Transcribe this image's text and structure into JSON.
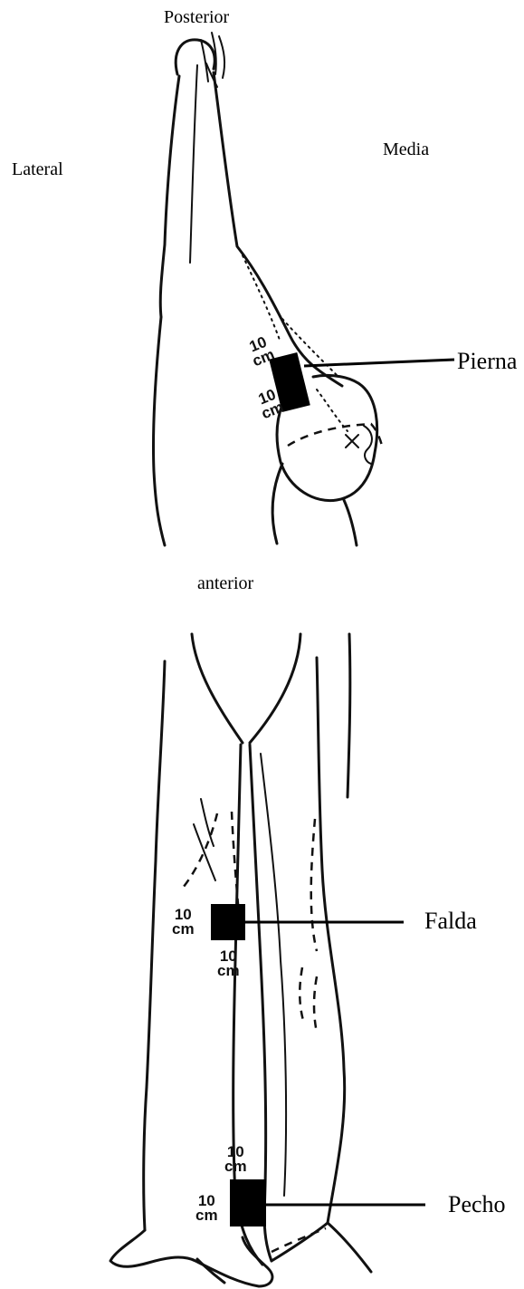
{
  "upper_view": {
    "orientation": {
      "posterior": "Posterior",
      "lateral": "Lateral",
      "medial": "Media",
      "anterior": "anterior"
    },
    "sample": {
      "label": "Pierna",
      "dim_a": "10\ncm",
      "dim_b": "10\ncm"
    }
  },
  "lower_view": {
    "samples": [
      {
        "label": "Falda",
        "dim_a": "10\ncm",
        "dim_b": "10\ncm"
      },
      {
        "label": "Pecho",
        "dim_a": "10\ncm",
        "dim_b": "10\ncm"
      }
    ]
  },
  "colors": {
    "ink": "#111111",
    "sample_fill": "#000000",
    "background": "#ffffff"
  }
}
